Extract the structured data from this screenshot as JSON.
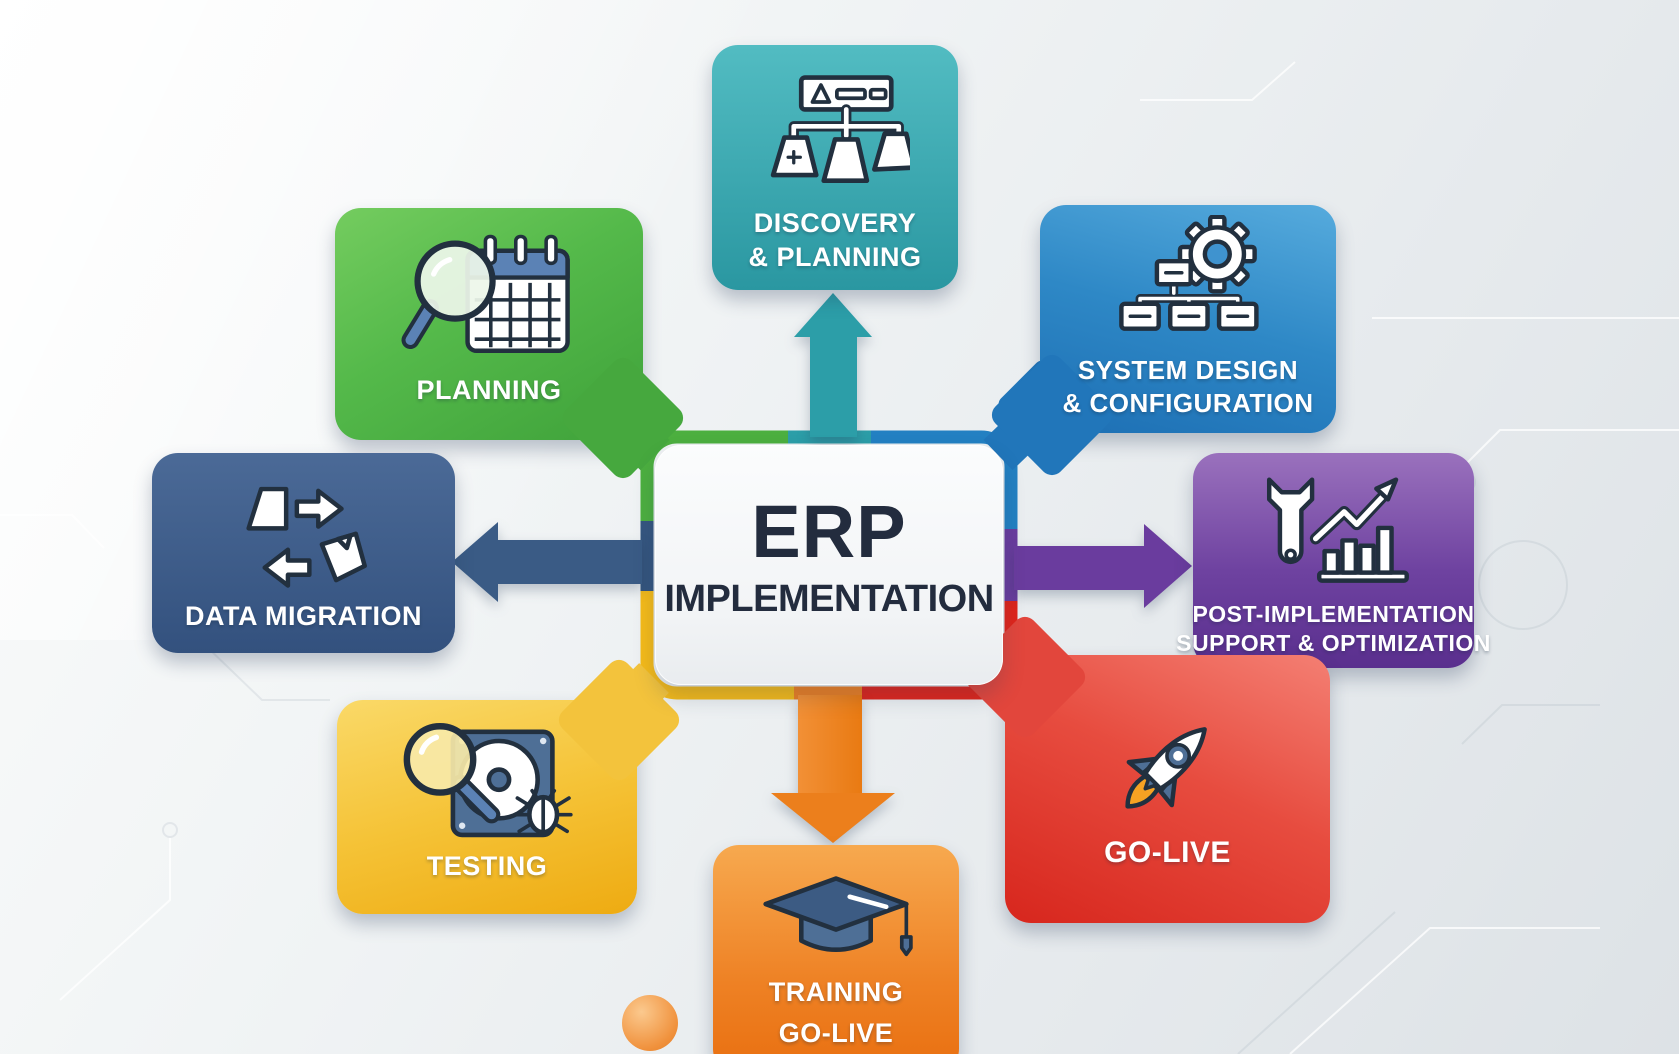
{
  "canvas": {
    "background_color": "#e8ecef"
  },
  "center": {
    "lines": [
      "ERP",
      "IMPLEMENTATION"
    ],
    "text_color": "#232c3e"
  },
  "nodes": {
    "discovery": {
      "lines": [
        "DISCOVERY",
        "& PLANNING"
      ],
      "color": "#2c9ea8",
      "icon": "org-chart-alert-icon"
    },
    "planning": {
      "lines": [
        "PLANNING"
      ],
      "color": "#4fae43",
      "icon": "magnifier-calendar-icon"
    },
    "system_design": {
      "lines": [
        "SYSTEM DESIGN",
        "& CONFIGURATION"
      ],
      "color": "#2380c2",
      "icon": "gear-org-chart-icon"
    },
    "data_migration": {
      "lines": [
        "DATA MIGRATION"
      ],
      "color": "#35567f",
      "icon": "documents-transfer-icon"
    },
    "post_implementation": {
      "lines": [
        "POST-IMPLEMENTATION",
        "SUPPORT & OPTIMIZATION"
      ],
      "color": "#6a3c9e",
      "icon": "wrench-growth-chart-icon"
    },
    "testing": {
      "lines": [
        "TESTING"
      ],
      "color": "#f2bb21",
      "icon": "disk-magnifier-bug-icon"
    },
    "go_live": {
      "lines": [
        "GO-LIVE"
      ],
      "color": "#df2c22",
      "icon": "rocket-icon"
    },
    "training": {
      "lines": [
        "TRAINING",
        "GO-LIVE"
      ],
      "color": "#ee8124",
      "icon": "graduation-cap-icon"
    }
  },
  "connectors": {
    "up_arrow": {
      "direction": "up",
      "color": "#2c9ea8",
      "to": "discovery"
    },
    "left_arrow": {
      "direction": "left",
      "color": "#3a5b85",
      "to": "data_migration"
    },
    "right_arrow": {
      "direction": "right",
      "color": "#6a3c9e",
      "to": "post_implementation"
    },
    "down_arrow": {
      "direction": "down",
      "color": "#ec7f1c",
      "to": "training"
    },
    "diagonal_links": [
      {
        "to": "planning",
        "color": "#46a83e"
      },
      {
        "to": "system_design",
        "color": "#2176ba"
      },
      {
        "to": "testing",
        "color": "#f3c33c"
      },
      {
        "to": "go_live",
        "color": "#e2463c"
      }
    ],
    "frame_segments": [
      "#4caf3f",
      "#2c9ea8",
      "#2380c2",
      "#6a3c9e",
      "#df251b",
      "#ef8022",
      "#f4ba19",
      "#35567f"
    ]
  }
}
